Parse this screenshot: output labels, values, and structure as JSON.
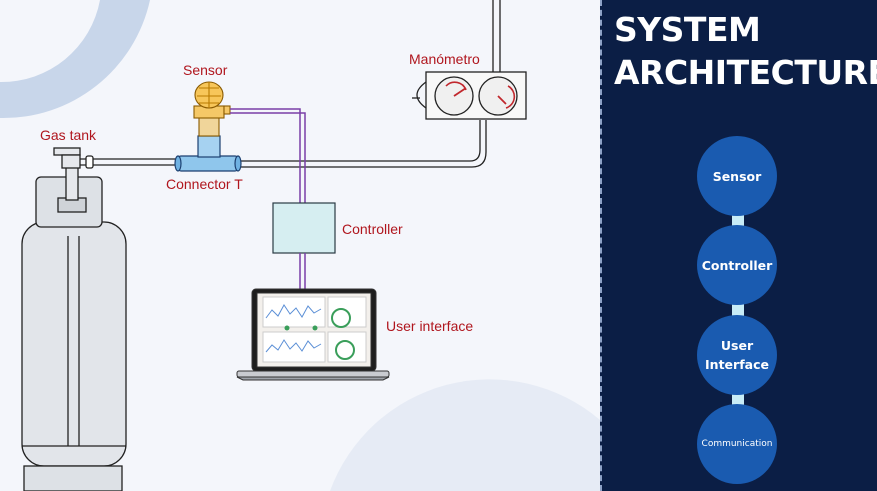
{
  "diagram": {
    "labels": {
      "sensor": "Sensor",
      "gas_tank": "Gas tank",
      "connector": "Connector T",
      "manometer": "Manómetro",
      "controller": "Controller",
      "user_interface": "User interface"
    }
  },
  "panel": {
    "title_line1": "SYSTEM",
    "title_line2": "ARCHITECTURE",
    "steps": [
      {
        "label_line1": "Sensor",
        "label_line2": ""
      },
      {
        "label_line1": "Controller",
        "label_line2": ""
      },
      {
        "label_line1": "User",
        "label_line2": "Interface"
      },
      {
        "label_line1": "Communication",
        "label_line2": ""
      }
    ]
  },
  "colors": {
    "panel_bg": "#0b1e45",
    "circle": "#1a5bb0",
    "connector_link": "#c7ecf7",
    "label_red": "#b0161e",
    "wire_purple": "#7a3fa8"
  }
}
